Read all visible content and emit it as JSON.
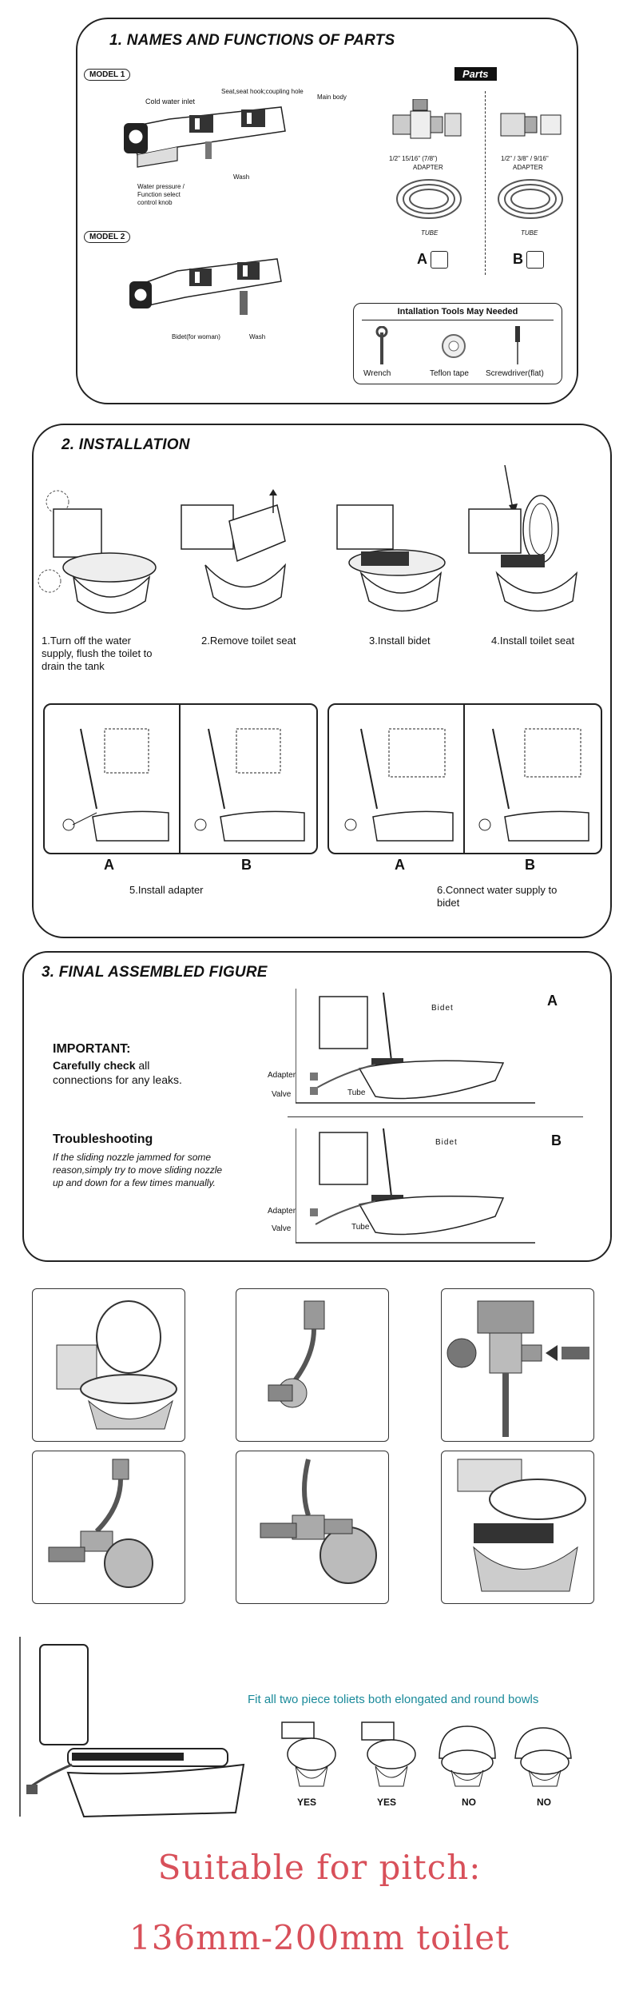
{
  "section1": {
    "title": "1. NAMES AND FUNCTIONS OF PARTS",
    "model1": "MODEL 1",
    "model2": "MODEL 2",
    "labels": {
      "cold_water_inlet": "Cold water inlet",
      "seat_hook": "Seat,seat hook;coupling hole",
      "main_body": "Main body",
      "wash": "Wash",
      "knob": "Water pressure / Function select control knob",
      "bidet_women": "Bidet(for woman)",
      "wash2": "Wash"
    },
    "parts_title": "Parts",
    "adapter_a_sizes": "1/2\"   15/16\"  (7/8\")",
    "adapter_b_sizes": "1/2\" / 3/8\" / 9/16\"",
    "adapter": "ADAPTER",
    "tube": "TUBE",
    "option_a": "A",
    "option_b": "B",
    "tools_title": "Intallation Tools May Needed",
    "tools": [
      "Wrench",
      "Teflon tape",
      "Screwdriver(flat)"
    ]
  },
  "section2": {
    "title": "2. INSTALLATION",
    "steps": [
      "1.Turn off the water supply, flush the toilet to drain the tank",
      "2.Remove  toilet seat",
      "3.Install bidet",
      "4.Install toilet seat"
    ],
    "step5": "5.Install adapter",
    "step6": "6.Connect water supply to bidet",
    "a": "A",
    "b": "B"
  },
  "section3": {
    "title": "3. FINAL ASSEMBLED FIGURE",
    "important_head": "IMPORTANT:",
    "important_bold": "Carefully check",
    "important_rest": "all connections for any leaks.",
    "trouble_head": "Troubleshooting",
    "trouble_text": "If the sliding nozzle jammed for some reason,simply try to move sliding nozzle up and down for a few times manually.",
    "labels": {
      "bidet": "Bidet",
      "adapter": "Adapter",
      "valve": "Valve",
      "tube": "Tube",
      "a": "A",
      "b": "B"
    }
  },
  "fit": {
    "title": "Fit all two piece toliets both elongated and round bowls",
    "verdicts": [
      "YES",
      "YES",
      "NO",
      "NO"
    ]
  },
  "footer": {
    "line1": "Suitable for pitch:",
    "line2": "136mm-200mm toilet"
  },
  "colors": {
    "fit_title": "#1a8a9a",
    "footer_red": "#d8505a",
    "ink": "#222222"
  }
}
